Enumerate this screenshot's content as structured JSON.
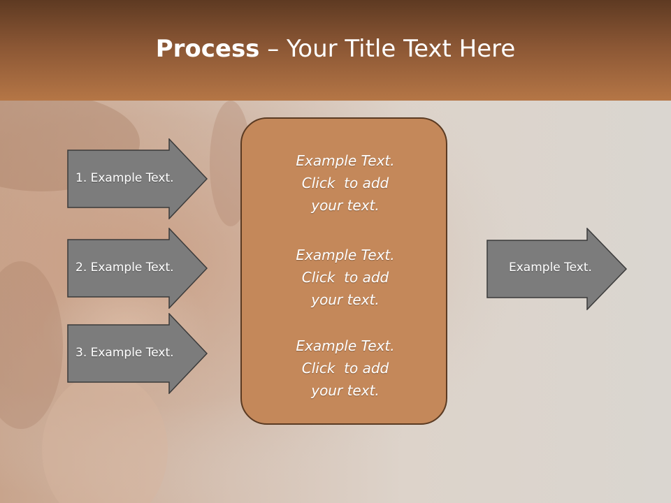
{
  "title": {
    "bold": "Process",
    "rest": " – Your Title Text Here"
  },
  "left_arrows": [
    {
      "label": "1. Example Text."
    },
    {
      "label": "2. Example Text."
    },
    {
      "label": "3. Example Text."
    }
  ],
  "center_blocks": [
    {
      "lines": [
        "Example Text.",
        "Click  to add",
        "your text."
      ]
    },
    {
      "lines": [
        "Example Text.",
        "Click  to add",
        "your text."
      ]
    },
    {
      "lines": [
        "Example Text.",
        "Click  to add",
        "your text."
      ]
    }
  ],
  "right_arrow": {
    "label": "Example Text."
  },
  "colors": {
    "header": "#8a5634",
    "center_box": "#c4885a",
    "arrow_fill": "#7c7c7c"
  }
}
